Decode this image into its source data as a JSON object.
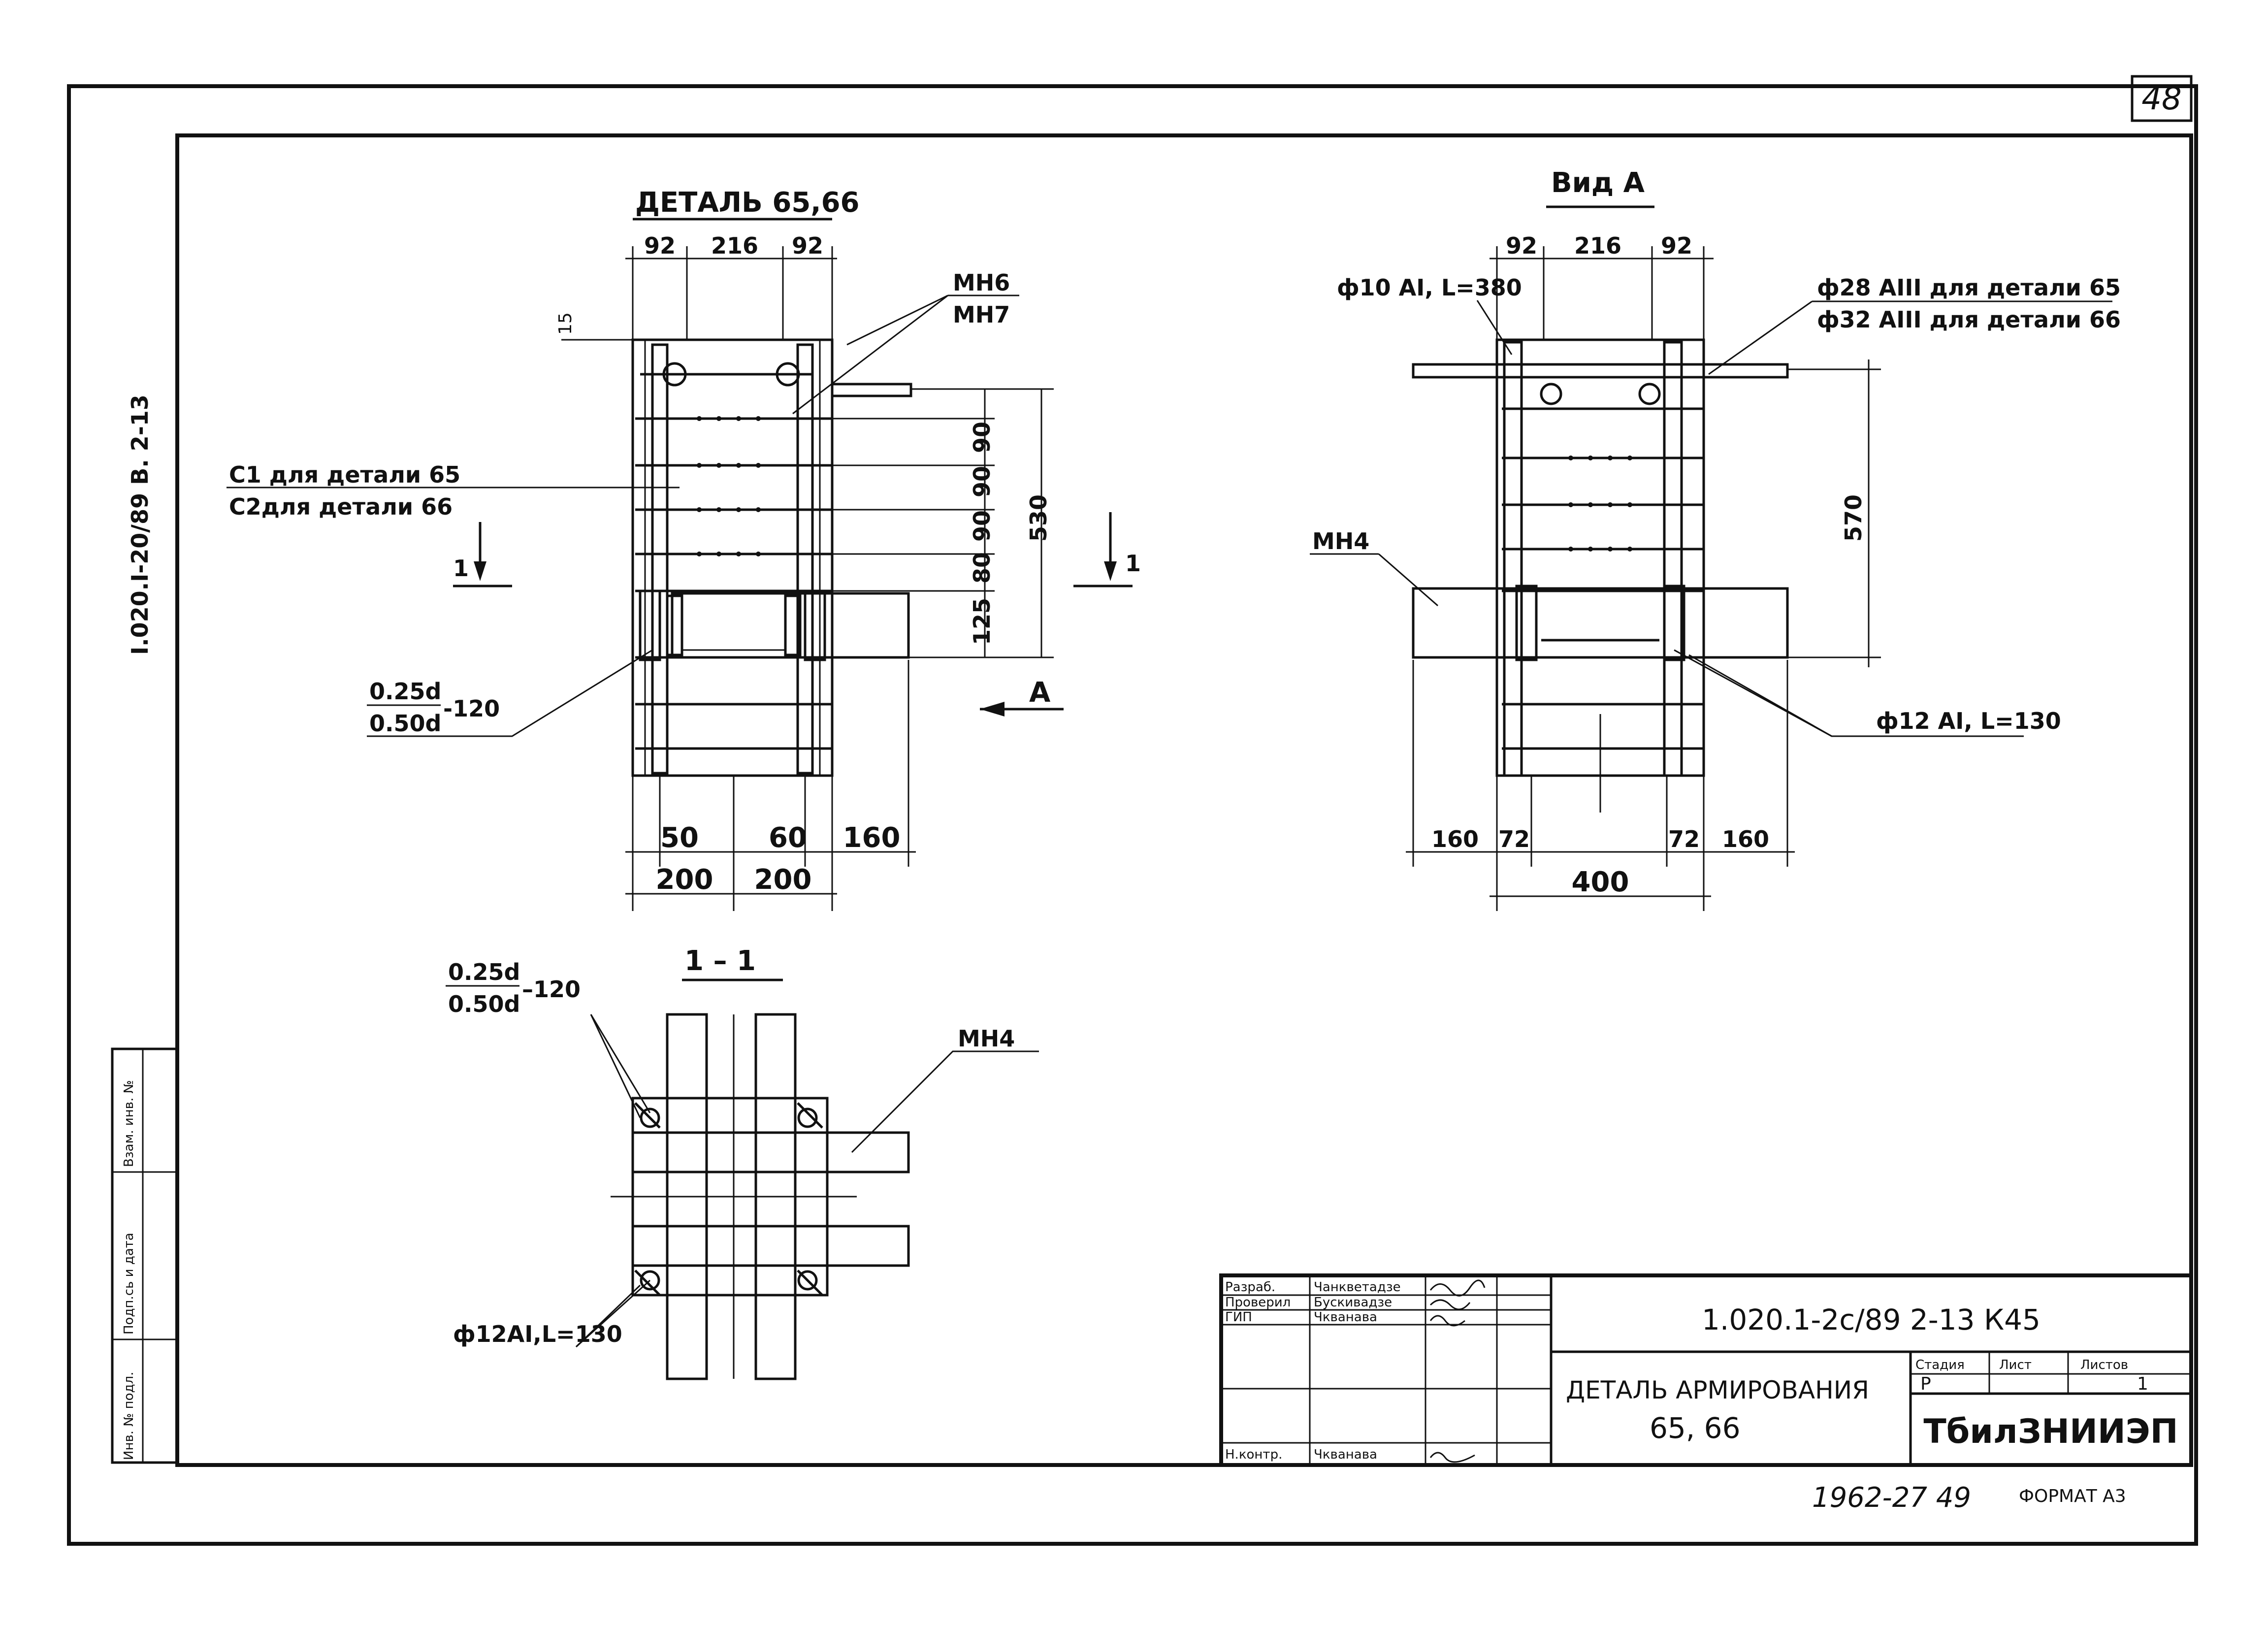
{
  "sheet": {
    "number": "48",
    "side_code": "I.020.I-20/89  В. 2-13",
    "format": "ФОРМАТ А3",
    "handwritten_number": "1962-27  49"
  },
  "left_strip": {
    "fields": [
      "Инв. № подл.",
      "Подп.сь и дата",
      "Взам. инв. №"
    ]
  },
  "detail_main": {
    "title": "ДЕТАЛЬ 65,66",
    "dims_top": [
      "92",
      "216",
      "92"
    ],
    "dim_15": "15",
    "dims_right": [
      "90",
      "90",
      "90",
      "80",
      "125"
    ],
    "dim_total": "530",
    "dims_bottom_row1": [
      "50",
      "60",
      "160"
    ],
    "dims_bottom_row2": [
      "200",
      "200"
    ],
    "label_mn6": "МН6",
    "label_mn7": "МН7",
    "label_c1": "С1 для детали 65",
    "label_c2": "С2для детали 66",
    "weld_num1": "0.25d",
    "weld_num2": "0.50d",
    "weld_len": "-120",
    "view_arrow": "А",
    "section_mark": "1"
  },
  "view_a": {
    "title": "Вид А",
    "dims_top": [
      "92",
      "216",
      "92"
    ],
    "label_rod10": "ф10 АI, L=380",
    "label_rod28": "ф28 АIII для детали 65",
    "label_rod32": "ф32 АIII для детали 66",
    "dim_570": "570",
    "label_mn4": "МН4",
    "label_rod12": "ф12 АI, L=130",
    "dims_bottom_row1": [
      "160",
      "72",
      "72",
      "160"
    ],
    "dim_400": "400"
  },
  "section_1_1": {
    "title": "1 – 1",
    "weld_num1": "0.25d",
    "weld_num2": "0.50d",
    "weld_len": "–120",
    "label_mn4": "МН4",
    "label_rod12": "ф12АI,L=130"
  },
  "title_block": {
    "roles": [
      "Разраб.",
      "Проверил",
      "ГИП",
      "",
      "",
      "Н.контр."
    ],
    "names": [
      "Чанкветадзе",
      "Бускивадзе",
      "Чкванава",
      "",
      "",
      "Чкванава"
    ],
    "doc_code": "1.020.1-2с/89  2-13  К45",
    "drawing_title_line1": "ДЕТАЛЬ АРМИРОВАНИЯ",
    "drawing_title_line2": "65, 66",
    "col_stage": "Стадия",
    "col_sheet": "Лист",
    "col_sheets": "Листов",
    "stage": "Р",
    "sheets_total": "1",
    "organization": "ТбилЗНИИЭП"
  }
}
